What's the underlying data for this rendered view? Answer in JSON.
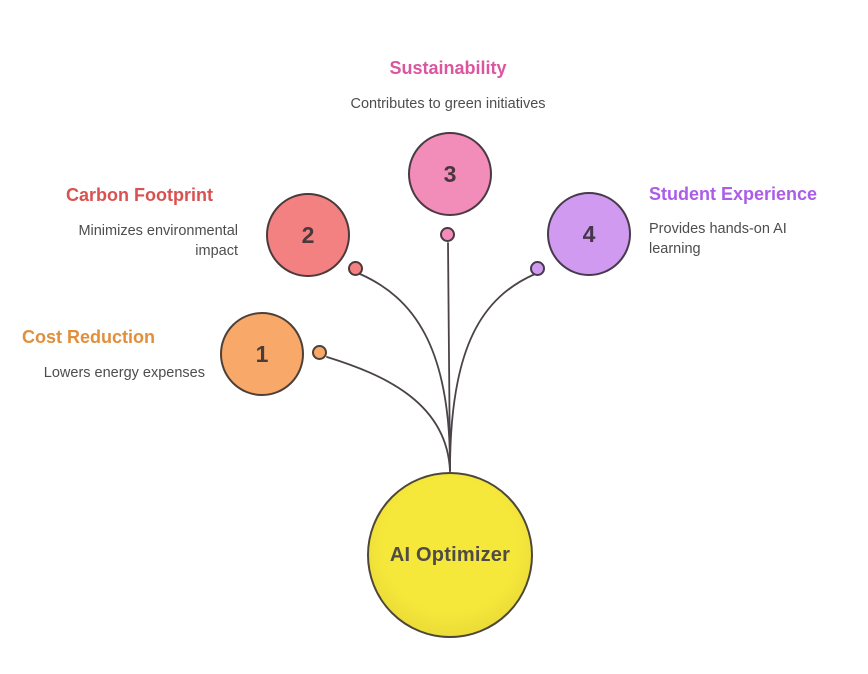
{
  "diagram": {
    "background": "#ffffff",
    "connector_color": "#4a4449",
    "description_color": "#4d4d4d",
    "center_node": {
      "label": "AI Optimizer",
      "fill": "#f6e73b",
      "border": "#4c4738",
      "text_color": "#4f4b46"
    },
    "branches": [
      {
        "number": "1",
        "title": "Cost Reduction",
        "description": "Lowers energy expenses",
        "title_color": "#e08f3d",
        "fill": "#f8a868",
        "border": "#4c4038",
        "number_color": "#4a3d38"
      },
      {
        "number": "2",
        "title": "Carbon Footprint",
        "description": "Minimizes environmental impact",
        "title_color": "#d95252",
        "fill": "#f48181",
        "border": "#4a3a3c",
        "number_color": "#4a383c"
      },
      {
        "number": "3",
        "title": "Sustainability",
        "description": "Contributes to green initiatives",
        "title_color": "#db559f",
        "fill": "#f28cb9",
        "border": "#4a3a44",
        "number_color": "#49363f"
      },
      {
        "number": "4",
        "title": "Student Experience",
        "description": "Provides hands-on AI learning",
        "title_color": "#ab5ce8",
        "fill": "#d09af0",
        "border": "#463a4c",
        "number_color": "#44364c"
      }
    ]
  }
}
